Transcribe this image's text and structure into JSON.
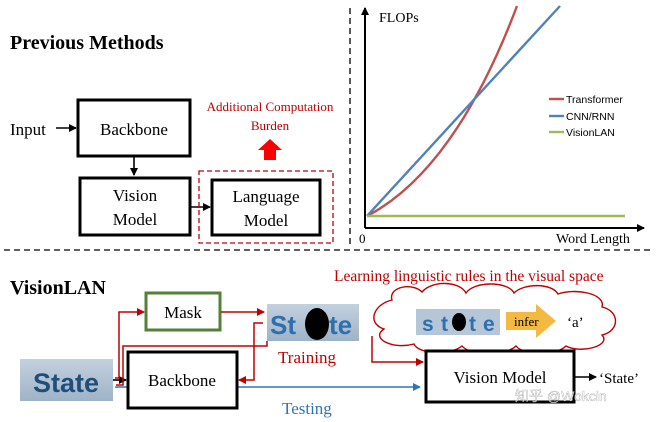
{
  "top": {
    "title": "Previous Methods",
    "input_label": "Input",
    "backbone_label": "Backbone",
    "vision_model_line1": "Vision",
    "vision_model_line2": "Model",
    "language_model_line1": "Language",
    "language_model_line2": "Model",
    "burden_line1": "Additional Computation",
    "burden_line2": "Burden"
  },
  "chart": {
    "y_axis_label": "FLOPs",
    "x_axis_label": "Word Length",
    "origin_label": "0",
    "legend": [
      {
        "name": "Transformer",
        "color": "#c0504d"
      },
      {
        "name": "CNN/RNN",
        "color": "#4f81bd"
      },
      {
        "name": "VisionLAN",
        "color": "#9bbb59"
      }
    ]
  },
  "chart_data": {
    "type": "line",
    "title": "",
    "xlabel": "Word Length",
    "ylabel": "FLOPs",
    "grid": false,
    "legend_position": "right",
    "series": [
      {
        "name": "Transformer",
        "shape": "quadratic",
        "color": "#c0504d"
      },
      {
        "name": "CNN/RNN",
        "shape": "linear",
        "color": "#4f81bd"
      },
      {
        "name": "VisionLAN",
        "shape": "constant",
        "color": "#9bbb59"
      }
    ]
  },
  "bottom": {
    "title": "VisionLAN",
    "caption": "Learning linguistic rules in the visual space",
    "mask_label": "Mask",
    "backbone_label": "Backbone",
    "vision_model_label": "Vision Model",
    "input_word": "State",
    "masked_word_left": "St",
    "masked_word_right": "te",
    "cloud_letters": [
      "s",
      "t",
      "t",
      "e"
    ],
    "infer_label": "infer",
    "predicted_char": "‘a’",
    "training_label": "Training",
    "testing_label": "Testing",
    "output_label": "‘State’",
    "watermark": "知乎 @Wokcin"
  },
  "colors": {
    "dark_red": "#c00000",
    "mask_green": "#538135",
    "testing_blue": "#2e75b6",
    "word_blue": "#1f4e79",
    "word_bg": "#a9bccf",
    "infer_orange": "#f4b942"
  }
}
